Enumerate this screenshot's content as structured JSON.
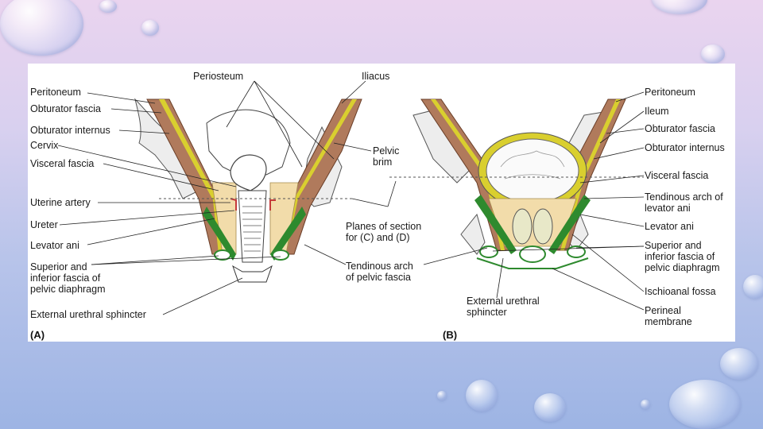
{
  "figure": {
    "panel_a_label": "(A)",
    "panel_b_label": "(B)",
    "labels_a_left": {
      "peritoneum": "Peritoneum",
      "obturator_fascia": "Obturator fascia",
      "obturator_internus": "Obturator internus",
      "cervix": "Cervix",
      "visceral_fascia": "Visceral fascia",
      "uterine_artery": "Uterine artery",
      "ureter": "Ureter",
      "levator_ani": "Levator ani",
      "sup_inf_fascia_1": "Superior and",
      "sup_inf_fascia_2": "inferior fascia of",
      "sup_inf_fascia_3": "pelvic diaphragm",
      "ext_urethral_sphincter": "External urethral sphincter"
    },
    "labels_top": {
      "periosteum": "Periosteum",
      "iliacus": "Iliacus"
    },
    "labels_center": {
      "pelvic_brim_1": "Pelvic",
      "pelvic_brim_2": "brim",
      "planes_1": "Planes of section",
      "planes_2": "for (C) and (D)",
      "tendinous_arch_1": "Tendinous arch",
      "tendinous_arch_2": "of pelvic fascia",
      "ext_sphincter_b_1": "External urethral",
      "ext_sphincter_b_2": "sphincter"
    },
    "labels_b_right": {
      "peritoneum": "Peritoneum",
      "ileum": "Ileum",
      "obturator_fascia": "Obturator fascia",
      "obturator_internus": "Obturator internus",
      "visceral_fascia": "Visceral fascia",
      "tendinous_arch_1": "Tendinous arch of",
      "tendinous_arch_2": "levator ani",
      "levator_ani": "Levator ani",
      "sup_inf_1": "Superior and",
      "sup_inf_2": "inferior fascia of",
      "sup_inf_3": "pelvic diaphragm",
      "ischioanal_fossa": "Ischioanal fossa",
      "perineal_1": "Perineal",
      "perineal_2": "membrane"
    }
  },
  "colors": {
    "bone": "#ededed",
    "muscle": "#b07a5c",
    "fascia_yellow": "#d9cf2f",
    "fascia_green": "#2e8a2e",
    "visceral_tan": "#f2dcaa"
  }
}
